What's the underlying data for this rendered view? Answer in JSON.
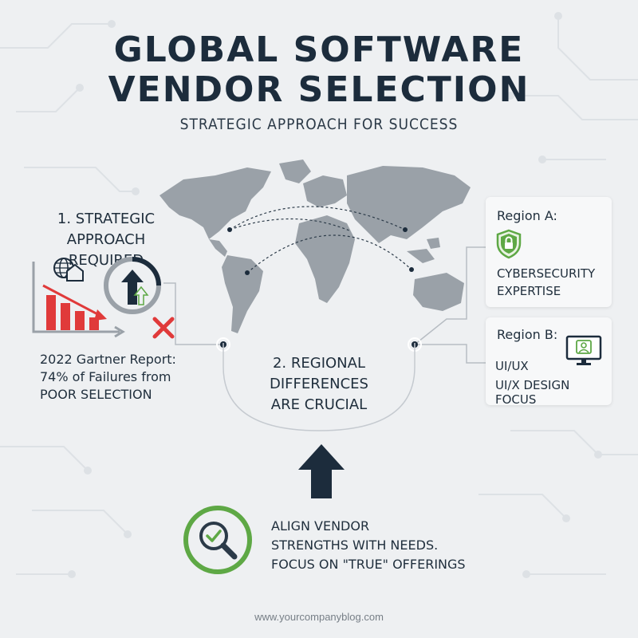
{
  "title_line1": "GLOBAL SOFTWARE",
  "title_line2": "VENDOR SELECTION",
  "subtitle": "STRATEGIC APPROACH FOR SUCCESS",
  "left": {
    "heading_line1": "1.  STRATEGIC",
    "heading_line2": "APPROACH REQUIRED",
    "stat_line1": "2022 Gartner Report:",
    "stat_line2": "74% of Failures from",
    "stat_line3": "POOR SELECTION"
  },
  "center": {
    "line1": "2. REGIONAL",
    "line2": "DIFFERENCES",
    "line3": "ARE CRUCIAL"
  },
  "region_a": {
    "title": "Region A:",
    "line1": "CYBERSECURITY",
    "line2": "EXPERTISE",
    "icon": "shield-lock-icon"
  },
  "region_b": {
    "title": "Region B:",
    "line1": "UI/UX",
    "line2": "UI/X DESIGN FOCUS",
    "icon": "monitor-user-icon"
  },
  "bottom": {
    "line1": "ALIGN VENDOR",
    "line2": "STRENGTHS WITH NEEDS.",
    "line3": "FOCUS ON \"TRUE\" OFFERINGS",
    "icon": "magnify-check-icon"
  },
  "footer": "www.yourcompanyblog.com",
  "colors": {
    "navy": "#1c2c3c",
    "red": "#e03a3a",
    "green": "#5ea845",
    "map_gray": "#9aa1a8"
  }
}
